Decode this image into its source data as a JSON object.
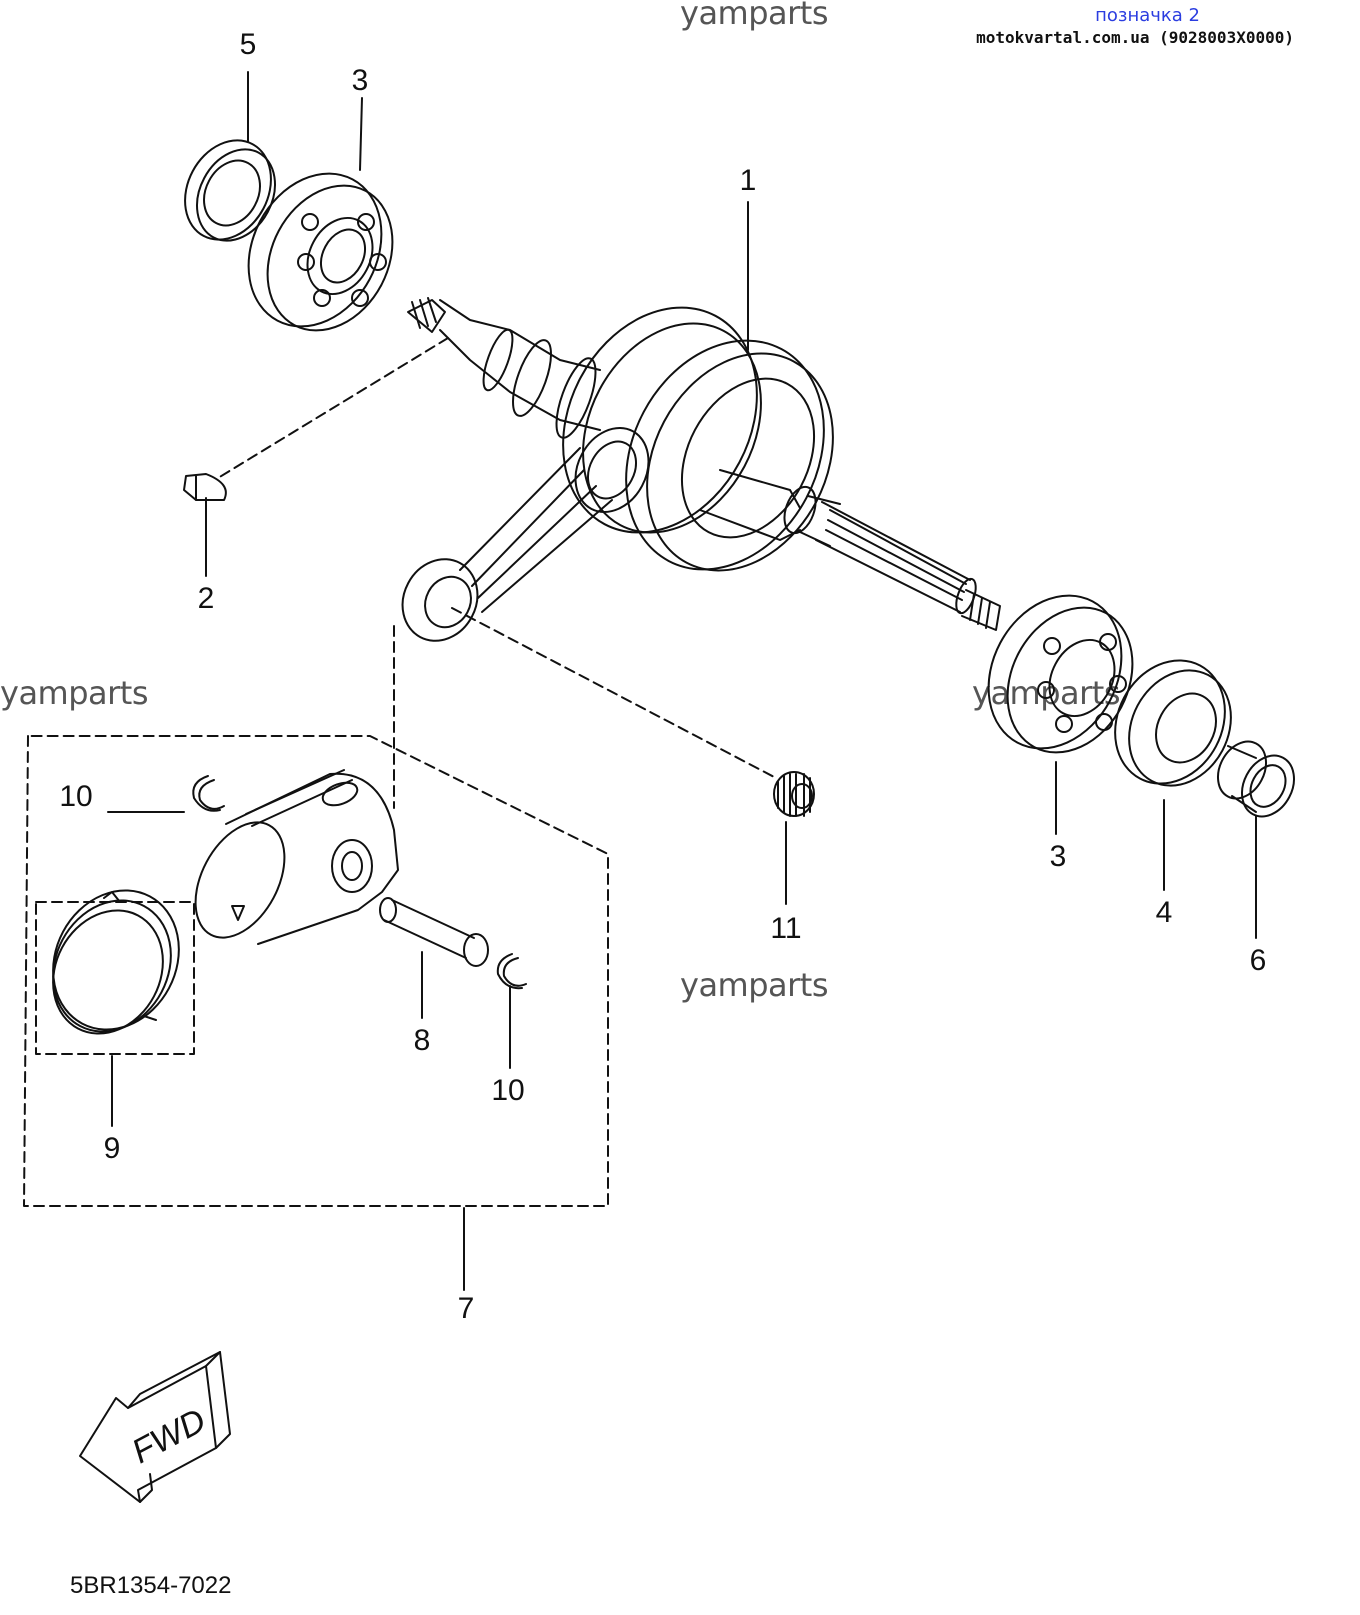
{
  "watermarks": [
    "yamparts",
    "yamparts",
    "yamparts",
    "yamparts"
  ],
  "bookmark": "позначка 2",
  "source": "motokvartal.com.ua (9028003X0000)",
  "callouts": [
    "1",
    "2",
    "3",
    "3",
    "4",
    "5",
    "6",
    "7",
    "8",
    "9",
    "10",
    "10",
    "11"
  ],
  "fwd_label": "FWD",
  "diagram_code": "5BR1354-7022",
  "colors": {
    "line": "#111111",
    "watermark": "#555555",
    "bookmark": "#2b3de0"
  }
}
